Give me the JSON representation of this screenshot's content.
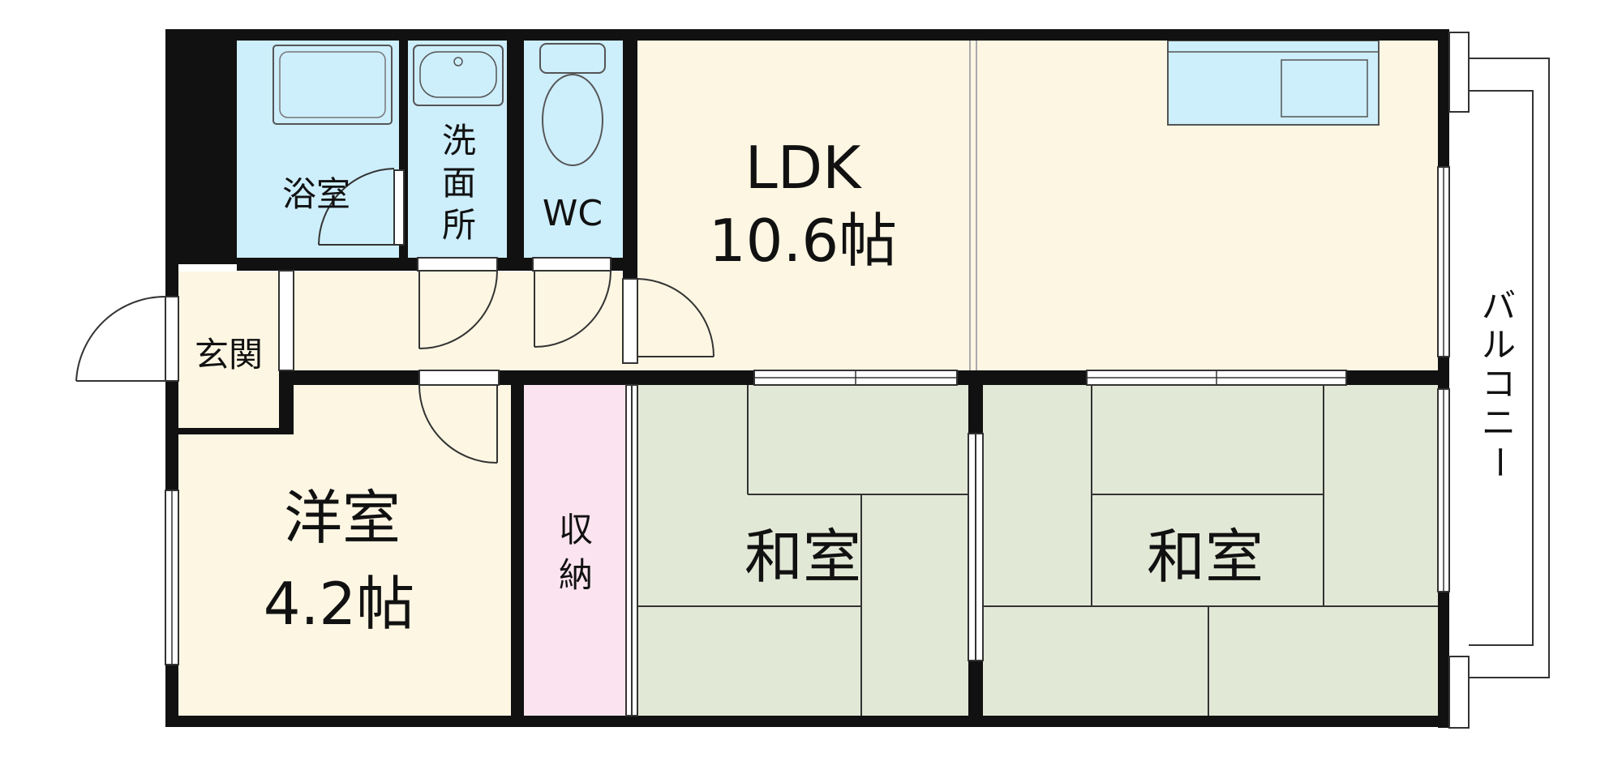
{
  "rooms": {
    "bath": "浴室",
    "washroom": [
      "洗",
      "面",
      "所"
    ],
    "wc": "WC",
    "ldk_name": "LDK",
    "ldk_size": "10.6帖",
    "entrance": "玄関",
    "western_name": "洋室",
    "western_size": "4.2帖",
    "storage": [
      "収",
      "納"
    ],
    "japanese_1": "和室",
    "japanese_2": "和室",
    "balcony": [
      "バ",
      "ル",
      "コ",
      "ニ",
      "ー"
    ]
  },
  "colors": {
    "wet_area": "#cdeefb",
    "ldk": "#fdf6e3",
    "western": "#fdf6e3",
    "tatami": "#e2e8d6",
    "storage": "#fbe4ef",
    "wall": "#111111"
  }
}
